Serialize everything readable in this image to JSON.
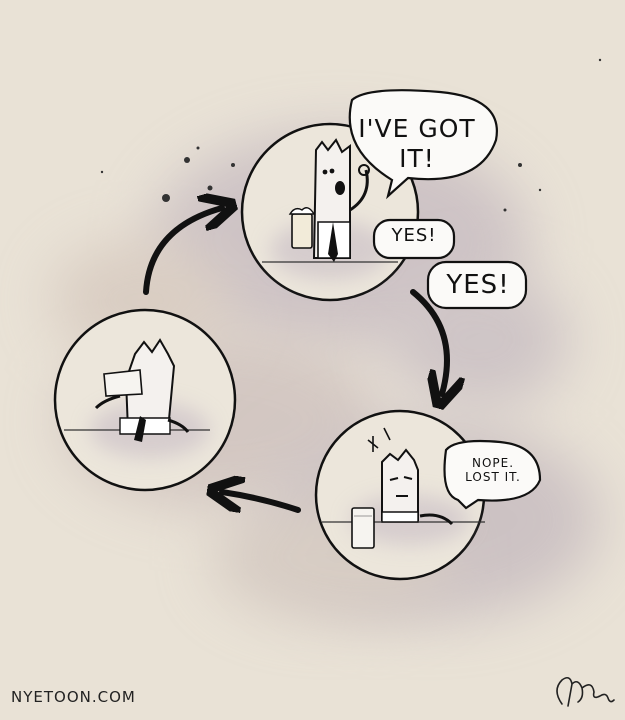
{
  "bubbles": {
    "got_it_line1": "I'VE GOT",
    "got_it_line2": "IT!",
    "yes_small": "YES!",
    "yes_large": "YES!",
    "nope_line1": "NOPE.",
    "nope_line2": "LOST IT."
  },
  "footer": {
    "site": "NYETOON.COM",
    "signature_icon": "handwritten-signature-nye-2012"
  },
  "colors": {
    "paper": "#e9e2d6",
    "ink": "#111111",
    "smudge": "#b7a9b4"
  }
}
